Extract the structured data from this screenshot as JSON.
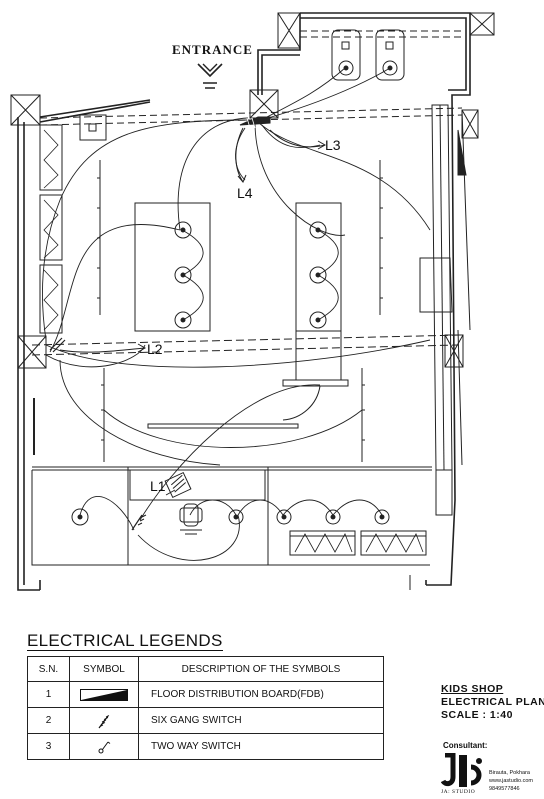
{
  "plan": {
    "entrance_label": "ENTRANCE",
    "circuits": [
      "L1",
      "L2",
      "L3",
      "L4"
    ]
  },
  "legend": {
    "title": "ELECTRICAL LEGENDS",
    "columns": [
      "S.N.",
      "SYMBOL",
      "DESCRIPTION OF THE SYMBOLS"
    ],
    "rows": [
      {
        "sn": "1",
        "symbol": "fdb-icon",
        "description": "FLOOR DISTRIBUTION BOARD(FDB)"
      },
      {
        "sn": "2",
        "symbol": "six-gang-switch-icon",
        "description": "SIX GANG SWITCH"
      },
      {
        "sn": "3",
        "symbol": "two-way-switch-icon",
        "description": "TWO WAY SWITCH"
      }
    ]
  },
  "title_block": {
    "project": "KIDS SHOP",
    "drawing": "ELECTRICAL PLAN",
    "scale": "SCALE : 1:40"
  },
  "consultant": {
    "label": "Consultant:",
    "studio": "JA: STUDIO",
    "address": "Birauta, Pokhara",
    "website": "www.jastudio.com",
    "phone": "9849577846"
  }
}
